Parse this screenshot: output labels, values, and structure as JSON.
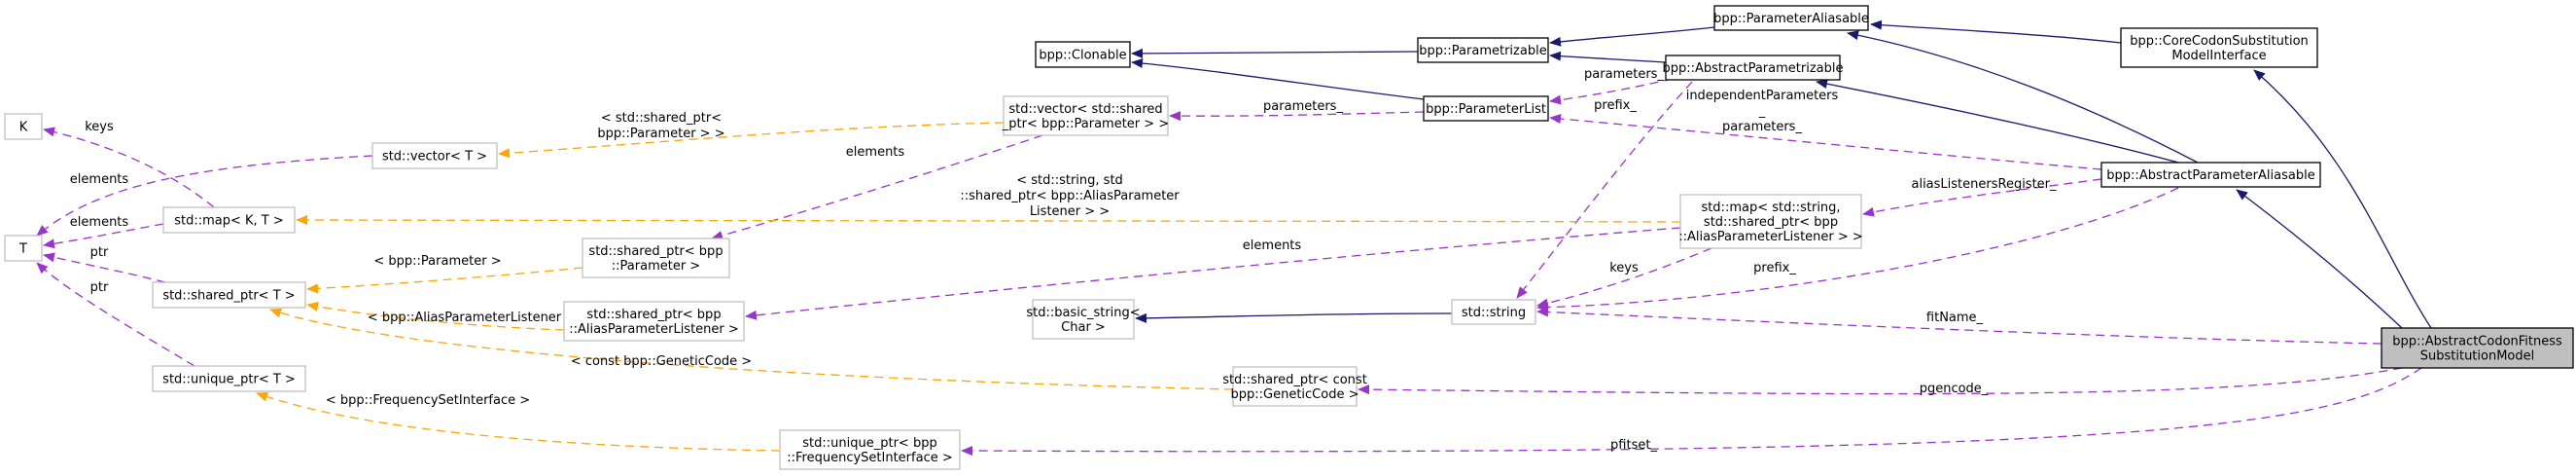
{
  "diagram": {
    "title": "bpp::AbstractCodonFitnessSubstitutionModel collaboration graph",
    "colors": {
      "inheritance": "#191970",
      "usage": "#9a32cd",
      "template": "#ffa500",
      "focus_fill": "#bfbfbf",
      "template_border": "#bfbfbf"
    },
    "nodes": [
      {
        "id": "focus",
        "kind": "focus",
        "lines": [
          "bpp::AbstractCodonFitness",
          "SubstitutionModel"
        ]
      },
      {
        "id": "coreCodon",
        "kind": "class",
        "lines": [
          "bpp::CoreCodonSubstitution",
          "ModelInterface"
        ]
      },
      {
        "id": "paramAliasable",
        "kind": "class",
        "lines": [
          "bpp::ParameterAliasable"
        ]
      },
      {
        "id": "parametrizable",
        "kind": "class",
        "lines": [
          "bpp::Parametrizable"
        ]
      },
      {
        "id": "clonable",
        "kind": "class",
        "lines": [
          "bpp::Clonable"
        ]
      },
      {
        "id": "absParametrizable",
        "kind": "class",
        "lines": [
          "bpp::AbstractParametrizable"
        ]
      },
      {
        "id": "paramList",
        "kind": "class",
        "lines": [
          "bpp::ParameterList"
        ]
      },
      {
        "id": "absParamAliasable",
        "kind": "class",
        "lines": [
          "bpp::AbstractParameterAliasable"
        ]
      },
      {
        "id": "vecSharedParam",
        "kind": "template",
        "lines": [
          "std::vector< std::shared",
          "_ptr< bpp::Parameter > >"
        ]
      },
      {
        "id": "mapAlias",
        "kind": "template",
        "lines": [
          "std::map< std::string,",
          "std::shared_ptr< bpp",
          "::AliasParameterListener > >"
        ]
      },
      {
        "id": "stdString",
        "kind": "template",
        "lines": [
          "std::string"
        ]
      },
      {
        "id": "basicString",
        "kind": "template",
        "lines": [
          "std::basic_string<",
          "Char >"
        ]
      },
      {
        "id": "sharedGenCode",
        "kind": "template",
        "lines": [
          "std::shared_ptr< const",
          "bpp::GeneticCode >"
        ]
      },
      {
        "id": "uniqueFreqSet",
        "kind": "template",
        "lines": [
          "std::unique_ptr< bpp",
          "::FrequencySetInterface >"
        ]
      },
      {
        "id": "sharedParam",
        "kind": "template",
        "lines": [
          "std::shared_ptr< bpp",
          "::Parameter >"
        ]
      },
      {
        "id": "sharedAliasListener",
        "kind": "template",
        "lines": [
          "std::shared_ptr< bpp",
          "::AliasParameterListener >"
        ]
      },
      {
        "id": "vectorT",
        "kind": "template",
        "lines": [
          "std::vector< T >"
        ]
      },
      {
        "id": "mapKT",
        "kind": "template",
        "lines": [
          "std::map< K, T >"
        ]
      },
      {
        "id": "sharedT",
        "kind": "template",
        "lines": [
          "std::shared_ptr< T >"
        ]
      },
      {
        "id": "uniqueT",
        "kind": "template",
        "lines": [
          "std::unique_ptr< T >"
        ]
      },
      {
        "id": "K",
        "kind": "template",
        "lines": [
          "K"
        ]
      },
      {
        "id": "T",
        "kind": "template",
        "lines": [
          "T"
        ]
      }
    ],
    "edges": [
      {
        "id": "e1",
        "type": "inherit",
        "from": "focus",
        "to": "coreCodon",
        "label": []
      },
      {
        "id": "e2",
        "type": "inherit",
        "from": "focus",
        "to": "absParamAliasable",
        "label": []
      },
      {
        "id": "e3",
        "type": "inherit",
        "from": "coreCodon",
        "to": "paramAliasable",
        "label": []
      },
      {
        "id": "e4",
        "type": "inherit",
        "from": "absParamAliasable",
        "to": "paramAliasable",
        "label": []
      },
      {
        "id": "e5",
        "type": "inherit",
        "from": "absParamAliasable",
        "to": "absParametrizable",
        "label": []
      },
      {
        "id": "e6",
        "type": "inherit",
        "from": "paramAliasable",
        "to": "parametrizable",
        "label": []
      },
      {
        "id": "e7",
        "type": "inherit",
        "from": "absParametrizable",
        "to": "parametrizable",
        "label": []
      },
      {
        "id": "e8",
        "type": "inherit",
        "from": "parametrizable",
        "to": "clonable",
        "label": []
      },
      {
        "id": "e9",
        "type": "inherit",
        "from": "paramList",
        "to": "clonable",
        "label": []
      },
      {
        "id": "e10",
        "type": "inherit",
        "from": "stdString",
        "to": "basicString",
        "label": []
      },
      {
        "id": "e11",
        "type": "usage",
        "from": "absParametrizable",
        "to": "paramList",
        "label": [
          "parameters_"
        ]
      },
      {
        "id": "e12",
        "type": "usage",
        "from": "absParametrizable",
        "to": "stdString",
        "label": [
          "prefix_"
        ]
      },
      {
        "id": "e13",
        "type": "usage",
        "from": "absParamAliasable",
        "to": "paramList",
        "label": [
          "independentParameters",
          "_",
          "parameters_"
        ]
      },
      {
        "id": "e14",
        "type": "usage",
        "from": "absParamAliasable",
        "to": "mapAlias",
        "label": [
          "aliasListenersRegister_"
        ]
      },
      {
        "id": "e15",
        "type": "usage",
        "from": "absParamAliasable",
        "to": "stdString",
        "label": [
          "prefix_"
        ]
      },
      {
        "id": "e16",
        "type": "usage",
        "from": "focus",
        "to": "stdString",
        "label": [
          "fitName_"
        ]
      },
      {
        "id": "e17",
        "type": "usage",
        "from": "focus",
        "to": "sharedGenCode",
        "label": [
          "pgencode_"
        ]
      },
      {
        "id": "e18",
        "type": "usage",
        "from": "focus",
        "to": "uniqueFreqSet",
        "label": [
          "pfitset_"
        ]
      },
      {
        "id": "e19",
        "type": "usage",
        "from": "paramList",
        "to": "vecSharedParam",
        "label": [
          "parameters_"
        ]
      },
      {
        "id": "e20",
        "type": "usage",
        "from": "mapAlias",
        "to": "stdString",
        "label": [
          "keys"
        ]
      },
      {
        "id": "e21",
        "type": "usage",
        "from": "mapAlias",
        "to": "sharedAliasListener",
        "label": [
          "elements"
        ]
      },
      {
        "id": "e22",
        "type": "usage",
        "from": "vecSharedParam",
        "to": "sharedParam",
        "label": [
          "elements"
        ]
      },
      {
        "id": "e23",
        "type": "template",
        "from": "vecSharedParam",
        "to": "vectorT",
        "label": [
          "< std::shared_ptr<",
          "bpp::Parameter > >"
        ]
      },
      {
        "id": "e24",
        "type": "template",
        "from": "mapAlias",
        "to": "mapKT",
        "label": [
          "< std::string, std",
          "::shared_ptr< bpp::AliasParameter",
          "Listener > >"
        ]
      },
      {
        "id": "e25",
        "type": "template",
        "from": "sharedParam",
        "to": "sharedT",
        "label": [
          "< bpp::Parameter >"
        ]
      },
      {
        "id": "e26",
        "type": "template",
        "from": "sharedAliasListener",
        "to": "sharedT",
        "label": [
          "< bpp::AliasParameterListener >"
        ]
      },
      {
        "id": "e27",
        "type": "template",
        "from": "sharedGenCode",
        "to": "sharedT",
        "label": [
          "< const bpp::GeneticCode >"
        ]
      },
      {
        "id": "e28",
        "type": "template",
        "from": "uniqueFreqSet",
        "to": "uniqueT",
        "label": [
          "< bpp::FrequencySetInterface >"
        ]
      },
      {
        "id": "e29",
        "type": "usage",
        "from": "vectorT",
        "to": "T",
        "label": [
          "elements"
        ]
      },
      {
        "id": "e30",
        "type": "usage",
        "from": "mapKT",
        "to": "K",
        "label": [
          "keys"
        ]
      },
      {
        "id": "e31",
        "type": "usage",
        "from": "mapKT",
        "to": "T",
        "label": [
          "elements"
        ]
      },
      {
        "id": "e32",
        "type": "usage",
        "from": "sharedT",
        "to": "T",
        "label": [
          "ptr"
        ]
      },
      {
        "id": "e33",
        "type": "usage",
        "from": "uniqueT",
        "to": "T",
        "label": [
          "ptr"
        ]
      }
    ]
  }
}
